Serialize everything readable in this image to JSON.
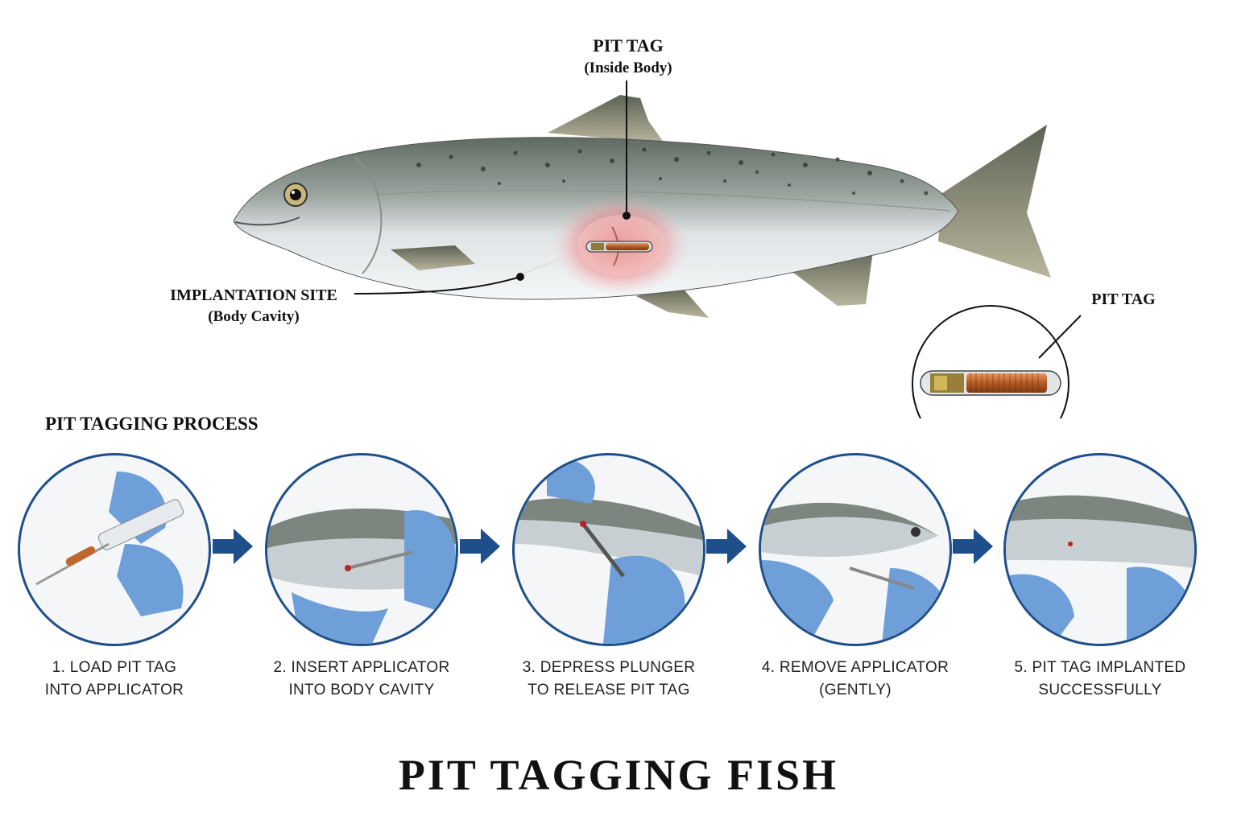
{
  "labels": {
    "pit_tag_title": "PIT TAG",
    "pit_tag_sub": "(Inside Body)",
    "implantation_title": "IMPLANTATION SITE",
    "implantation_sub": "(Body Cavity)",
    "closeup_label": "PIT TAG",
    "process_heading": "PIT TAGGING PROCESS",
    "main_title": "PIT TAGGING FISH"
  },
  "steps": [
    {
      "line1": "1. LOAD PIT TAG",
      "line2": "INTO APPLICATOR"
    },
    {
      "line1": "2. INSERT APPLICATOR",
      "line2": "INTO BODY CAVITY"
    },
    {
      "line1": "3. DEPRESS PLUNGER",
      "line2": "TO RELEASE PIT TAG"
    },
    {
      "line1": "4. REMOVE APPLICATOR",
      "line2": "(GENTLY)"
    },
    {
      "line1": "5. PIT TAG IMPLANTED",
      "line2": "SUCCESSFULLY"
    }
  ],
  "colors": {
    "accent_blue": "#1f4f8a",
    "glove_blue": "#6f9fd8",
    "fish_back": "#6f7a70",
    "fish_belly": "#eef1f2",
    "tag_copper": "#c0672e",
    "highlight_red": "#e8555a"
  }
}
